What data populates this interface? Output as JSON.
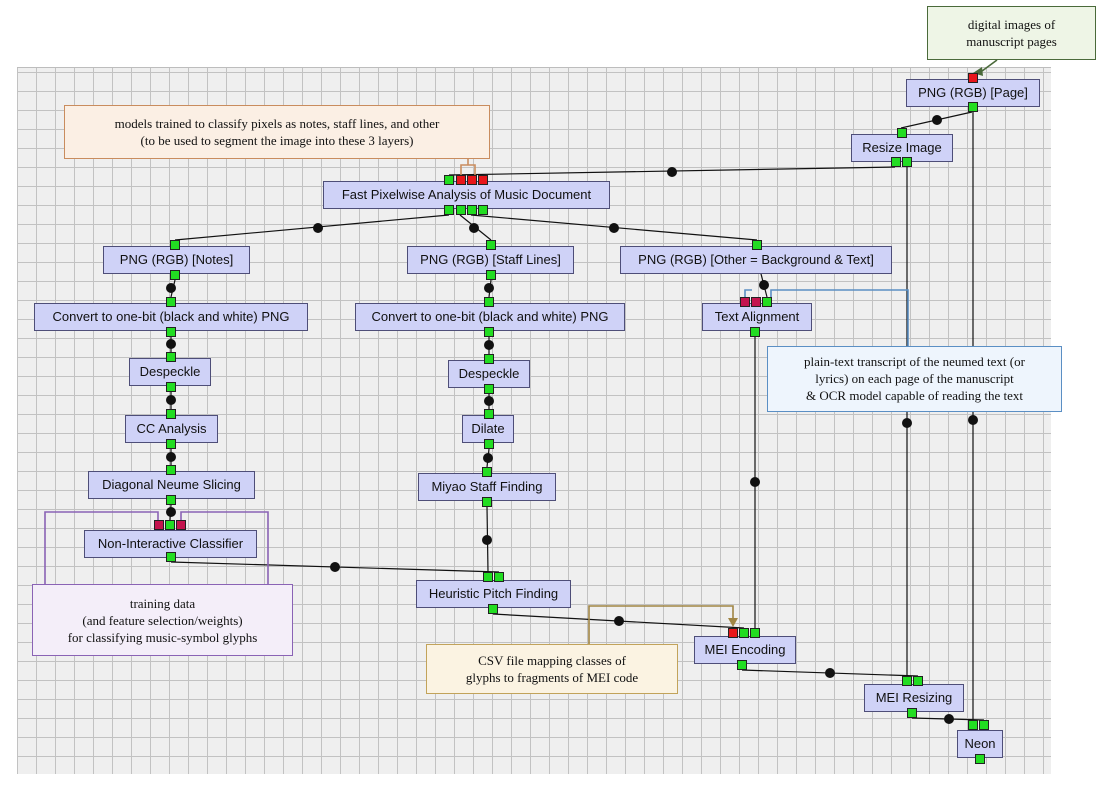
{
  "colors": {
    "job_fill": "#cfd2f7",
    "job_border": "#4e4e78",
    "port_input_empty": "#e8161b",
    "port_connected": "#22dd22",
    "port_multi": "#c4144e",
    "wire": "#111111"
  },
  "jobs": {
    "png_page": "PNG (RGB) [Page]",
    "resize_image": "Resize Image",
    "pixelwise": "Fast Pixelwise Analysis of Music Document",
    "png_notes": "PNG (RGB) [Notes]",
    "png_staff": "PNG (RGB) [Staff Lines]",
    "png_other": "PNG (RGB) [Other = Background & Text]",
    "onebit_notes": "Convert to one-bit (black and white) PNG",
    "onebit_staff": "Convert to one-bit (black and white) PNG",
    "text_alignment": "Text Alignment",
    "despeckle_notes": "Despeckle",
    "despeckle_staff": "Despeckle",
    "cc_analysis": "CC Analysis",
    "dilate": "Dilate",
    "diagonal_slicing": "Diagonal Neume Slicing",
    "miyao": "Miyao Staff Finding",
    "classifier": "Non-Interactive Classifier",
    "pitch_finding": "Heuristic Pitch Finding",
    "mei_encoding": "MEI Encoding",
    "mei_resizing": "MEI Resizing",
    "neon": "Neon"
  },
  "notes": {
    "digital_images": [
      "digital images of",
      "manuscript pages"
    ],
    "models": [
      "models trained to classify pixels as notes, staff lines, and other",
      "(to be used to segment the image into these 3 layers)"
    ],
    "transcript": [
      "plain-text transcript of the neumed text (or",
      "lyrics) on each page of the manuscript",
      "& OCR model capable of reading the text"
    ],
    "training": [
      "training data",
      "(and feature selection/weights)",
      "for classifying music-symbol glyphs"
    ],
    "csv": [
      "CSV file mapping classes of",
      "glyphs to fragments of MEI code"
    ]
  }
}
